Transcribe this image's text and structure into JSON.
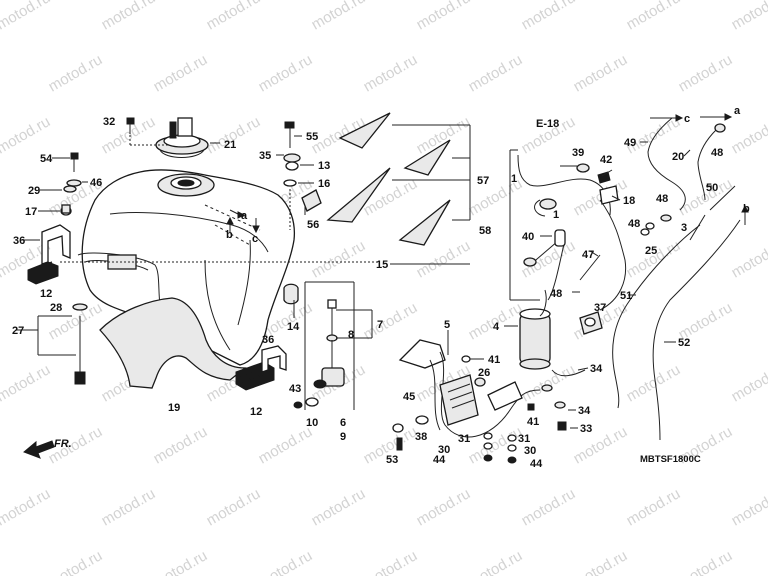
{
  "watermark": "motod.ru",
  "diagram_code": "MBTSF1800C",
  "ref_code": "E-18",
  "direction_label": "FR.",
  "letters": {
    "a": "a",
    "b": "b",
    "c": "c"
  },
  "parts": {
    "p1": "1",
    "p3": "3",
    "p4": "4",
    "p5": "5",
    "p6": "6",
    "p7": "7",
    "p8": "8",
    "p9": "9",
    "p10": "10",
    "p12": "12",
    "p13": "13",
    "p14": "14",
    "p15": "15",
    "p16": "16",
    "p17": "17",
    "p18": "18",
    "p19": "19",
    "p20": "20",
    "p21": "21",
    "p25": "25",
    "p26": "26",
    "p27": "27",
    "p28": "28",
    "p29": "29",
    "p30": "30",
    "p31": "31",
    "p32": "32",
    "p33": "33",
    "p34": "34",
    "p35": "35",
    "p36": "36",
    "p37": "37",
    "p38": "38",
    "p39": "39",
    "p40": "40",
    "p41": "41",
    "p42": "42",
    "p43": "43",
    "p44": "44",
    "p45": "45",
    "p46": "46",
    "p47": "47",
    "p48": "48",
    "p49": "49",
    "p50": "50",
    "p51": "51",
    "p52": "52",
    "p53": "53",
    "p54": "54",
    "p55": "55",
    "p56": "56",
    "p57": "57",
    "p58": "58"
  }
}
